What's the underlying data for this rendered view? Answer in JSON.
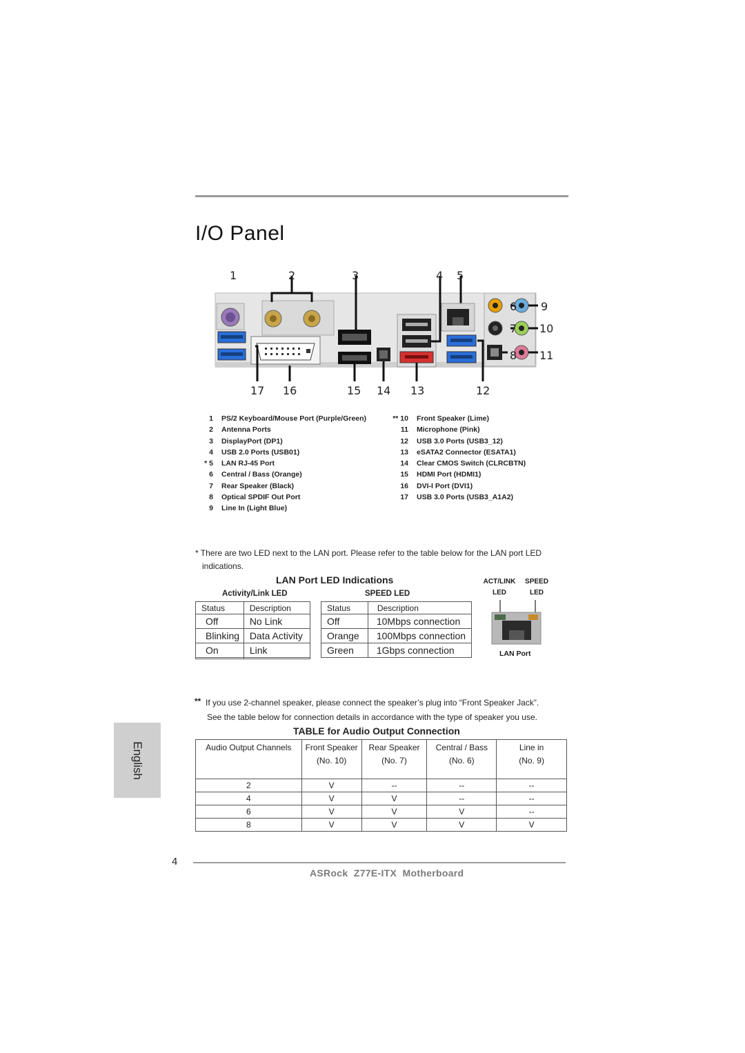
{
  "page": {
    "title": "I/O Panel",
    "page_number": "4",
    "footer": "ASRock  Z77E-ITX  Motherboard",
    "side_tab": "English"
  },
  "callouts_top": [
    "1",
    "2",
    "3",
    "4",
    "5"
  ],
  "callouts_right": [
    "6",
    "9",
    "7",
    "10",
    "8",
    "11"
  ],
  "callouts_bottom": [
    "17",
    "16",
    "15",
    "14",
    "13",
    "12"
  ],
  "ports_left": [
    {
      "num": "1",
      "label": "PS/2  Keyboard/Mouse  Port  (Purple/Green)"
    },
    {
      "num": "2",
      "label": "Antenna  Ports"
    },
    {
      "num": "3",
      "label": "DisplayPort  (DP1)"
    },
    {
      "num": "4",
      "label": "USB 2.0  Ports  (USB01)"
    },
    {
      "num": "* 5",
      "label": "LAN  RJ-45  Port"
    },
    {
      "num": "6",
      "label": "Central / Bass  (Orange)"
    },
    {
      "num": "7",
      "label": "Rear  Speaker  (Black)"
    },
    {
      "num": "8",
      "label": "Optical  SPDIF  Out  Port"
    },
    {
      "num": "9",
      "label": "Line  In  (Light  Blue)"
    }
  ],
  "ports_right": [
    {
      "num": "** 10",
      "label": "Front  Speaker  (Lime)"
    },
    {
      "num": "11",
      "label": "Microphone  (Pink)"
    },
    {
      "num": "12",
      "label": "USB 3.0  Ports  (USB3_12)"
    },
    {
      "num": "13",
      "label": "eSATA2  Connector  (ESATA1)"
    },
    {
      "num": "14",
      "label": "Clear  CMOS  Switch  (CLRCBTN)"
    },
    {
      "num": "15",
      "label": "HDMI  Port  (HDMI1)"
    },
    {
      "num": "16",
      "label": "DVI-I  Port  (DVI1)"
    },
    {
      "num": "17",
      "label": "USB 3.0  Ports  (USB3_A1A2)"
    }
  ],
  "lan_note": {
    "line1": "* There are two LED next to the LAN port. Please refer to the table below for the LAN port LED",
    "line2": "indications."
  },
  "lan_led": {
    "title": "LAN Port LED Indications",
    "activity_title": "Activity/Link LED",
    "speed_title": "SPEED LED",
    "activity_header": [
      "Status",
      "Description"
    ],
    "activity_rows": [
      [
        "Off",
        "No Link"
      ],
      [
        "Blinking",
        "Data Activity"
      ],
      [
        "On",
        "Link"
      ]
    ],
    "speed_header": [
      "Status",
      "Description"
    ],
    "speed_rows": [
      [
        "Off",
        "10Mbps connection"
      ],
      [
        "Orange",
        "100Mbps connection"
      ],
      [
        "Green",
        "1Gbps connection"
      ]
    ],
    "diagram": {
      "act_label_1": "ACT/LINK",
      "act_label_2": "LED",
      "speed_label_1": "SPEED",
      "speed_label_2": "LED",
      "port_label": "LAN Port"
    }
  },
  "audio_note": {
    "stars": "**",
    "line1": "If you use 2-channel speaker, please connect the speaker’s plug into “Front Speaker Jack”.",
    "line2": "See the table below for connection details in accordance with the type of speaker you use."
  },
  "audio_table": {
    "title": "TABLE for Audio Output  Connection",
    "header": [
      [
        "Audio Output Channels",
        ""
      ],
      [
        "Front Speaker",
        "(No. 10)"
      ],
      [
        "Rear Speaker",
        "(No. 7)"
      ],
      [
        "Central / Bass",
        "(No. 6)"
      ],
      [
        "Line in",
        "(No. 9)"
      ]
    ],
    "rows": [
      [
        "2",
        "V",
        "--",
        "--",
        "--"
      ],
      [
        "4",
        "V",
        "V",
        "--",
        "--"
      ],
      [
        "6",
        "V",
        "V",
        "V",
        "--"
      ],
      [
        "8",
        "V",
        "V",
        "V",
        "V"
      ]
    ]
  },
  "colors": {
    "rule": "#9a9a9a",
    "side_tab": "#cfcfcf",
    "footer": "#7a7a7a",
    "central_bass_jack": "#e8a000",
    "line_in_jack": "#6aaee0",
    "front_speaker_jack": "#9ccf5a",
    "mic_jack": "#e07a9a",
    "rear_speaker_jack": "#222222",
    "usb3_blue": "#2a6ed8",
    "esata_red": "#d83030",
    "ps2": "#9a7ab8"
  }
}
